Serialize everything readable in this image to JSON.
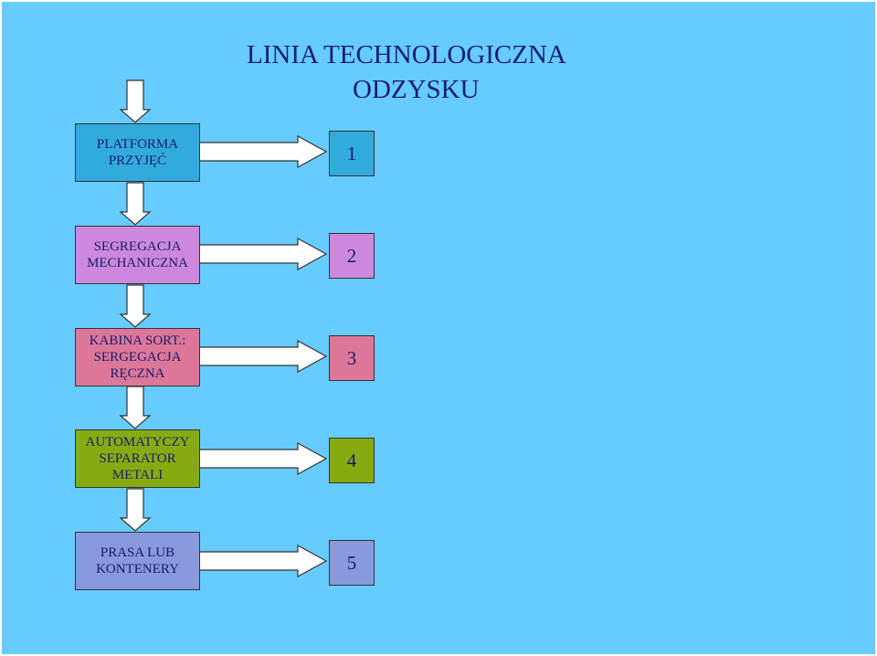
{
  "title": {
    "line1": "LINIA TECHNOLOGICZNA",
    "line2": "ODZYSKU"
  },
  "steps": [
    {
      "label": "PLATFORMA PRZYJĘĆ",
      "number": "1",
      "color": "#33aadd"
    },
    {
      "label": "SEGREGACJA MECHANICZNA",
      "number": "2",
      "color": "#cc88dd"
    },
    {
      "label": "KABINA SORT.: SERGEGACJA RĘCZNA",
      "number": "3",
      "color": "#dd7799"
    },
    {
      "label": "AUTOMATYCZY SEPARATOR METALI",
      "number": "4",
      "color": "#88aa11"
    },
    {
      "label": "PRASA LUB KONTENERY",
      "number": "5",
      "color": "#8899dd"
    }
  ]
}
